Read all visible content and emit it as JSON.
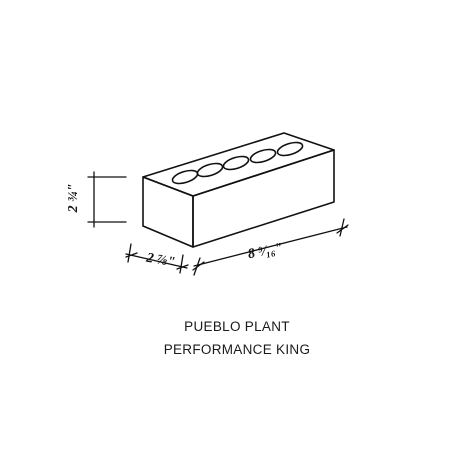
{
  "dimensions": {
    "height": "2 ¾\"",
    "width": "2 ⅞\"",
    "length": "8 ⁹⁄₁₆\""
  },
  "brick": {
    "cores": 5
  },
  "caption": {
    "line1": "PUEBLO PLANT",
    "line2": "PERFORMANCE KING"
  }
}
